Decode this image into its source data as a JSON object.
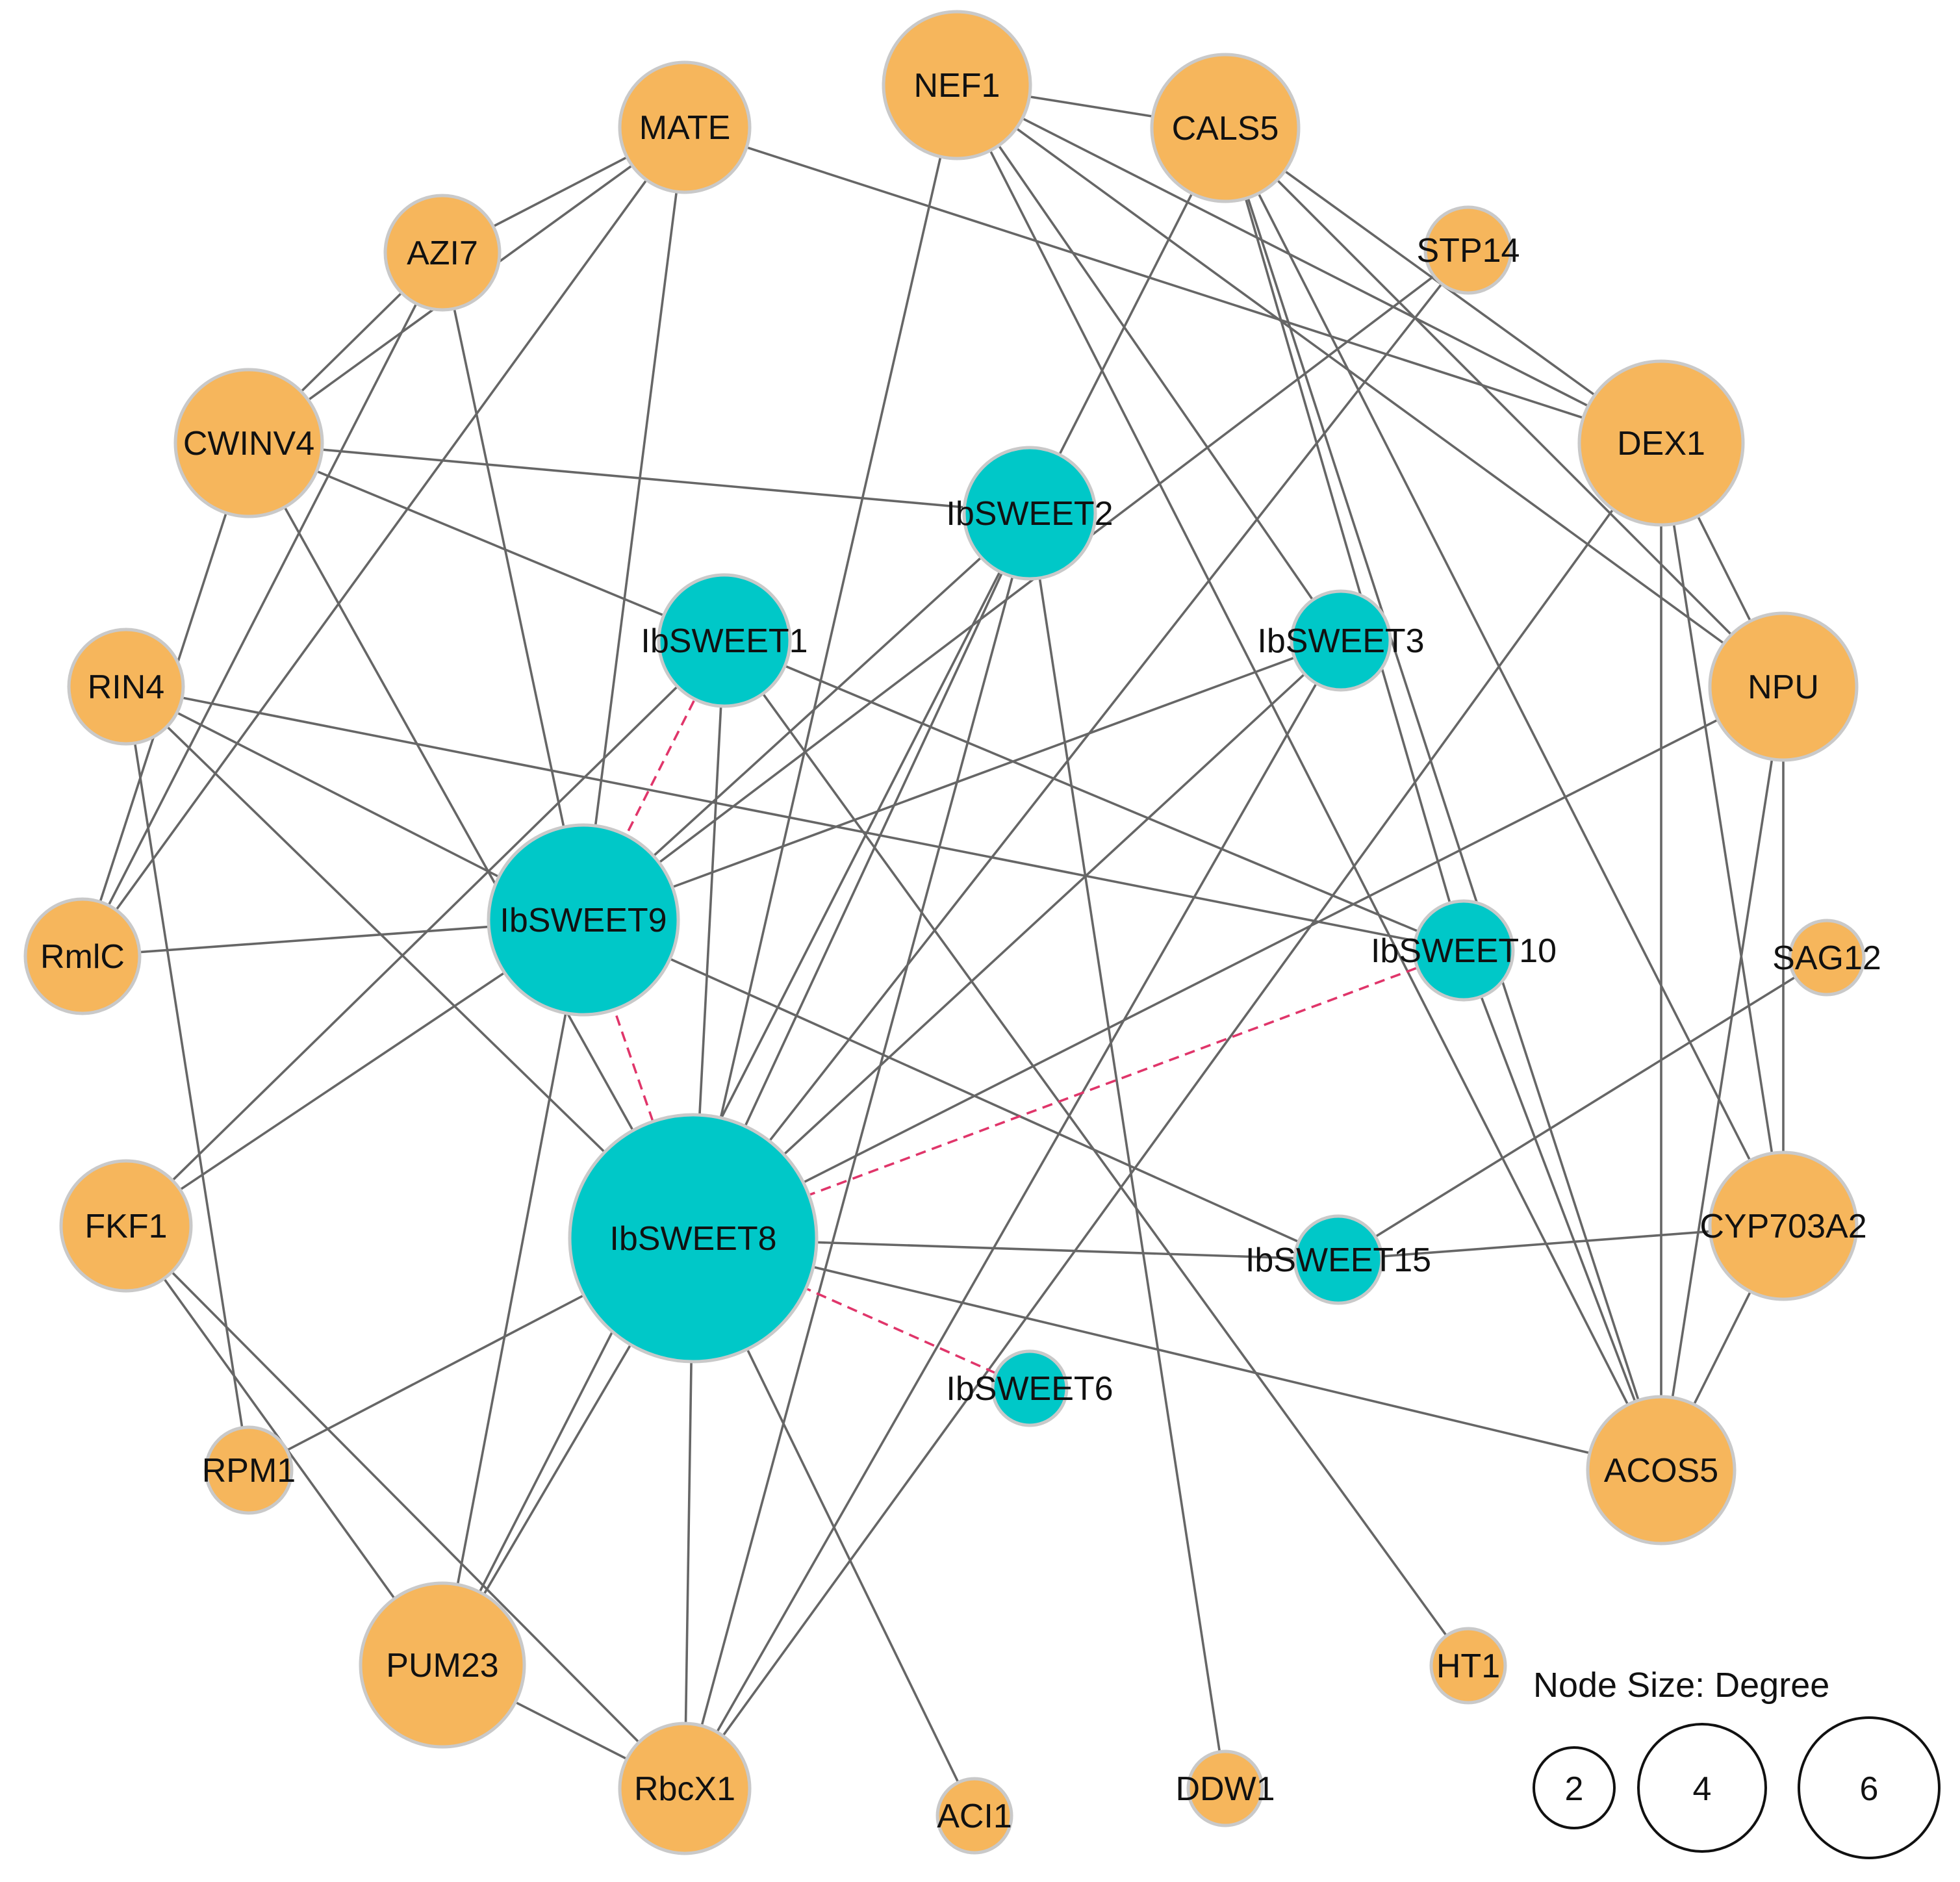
{
  "colors": {
    "hub": "#00c8c8",
    "gene": "#f6b65c",
    "edge": "#666666",
    "dashed_edge": "#e0356a"
  },
  "nodes": [
    {
      "id": "NEF1",
      "label": "NEF1",
      "group": "gene"
    },
    {
      "id": "CALS5",
      "label": "CALS5",
      "group": "gene"
    },
    {
      "id": "MATE",
      "label": "MATE",
      "group": "gene"
    },
    {
      "id": "AZI7",
      "label": "AZI7",
      "group": "gene"
    },
    {
      "id": "STP14",
      "label": "STP14",
      "group": "gene"
    },
    {
      "id": "CWINV4",
      "label": "CWINV4",
      "group": "gene"
    },
    {
      "id": "DEX1",
      "label": "DEX1",
      "group": "gene"
    },
    {
      "id": "IbSWEET2",
      "label": "IbSWEET2",
      "group": "hub"
    },
    {
      "id": "IbSWEET1",
      "label": "IbSWEET1",
      "group": "hub"
    },
    {
      "id": "IbSWEET3",
      "label": "IbSWEET3",
      "group": "hub"
    },
    {
      "id": "RIN4",
      "label": "RIN4",
      "group": "gene"
    },
    {
      "id": "NPU",
      "label": "NPU",
      "group": "gene"
    },
    {
      "id": "IbSWEET9",
      "label": "IbSWEET9",
      "group": "hub"
    },
    {
      "id": "RmlC",
      "label": "RmlC",
      "group": "gene"
    },
    {
      "id": "IbSWEET10",
      "label": "IbSWEET10",
      "group": "hub"
    },
    {
      "id": "SAG12",
      "label": "SAG12",
      "group": "gene"
    },
    {
      "id": "FKF1",
      "label": "FKF1",
      "group": "gene"
    },
    {
      "id": "IbSWEET8",
      "label": "IbSWEET8",
      "group": "hub"
    },
    {
      "id": "IbSWEET15",
      "label": "IbSWEET15",
      "group": "hub"
    },
    {
      "id": "CYP703A2",
      "label": "CYP703A2",
      "group": "gene"
    },
    {
      "id": "IbSWEET6",
      "label": "IbSWEET6",
      "group": "hub"
    },
    {
      "id": "RPM1",
      "label": "RPM1",
      "group": "gene"
    },
    {
      "id": "ACOS5",
      "label": "ACOS5",
      "group": "gene"
    },
    {
      "id": "PUM23",
      "label": "PUM23",
      "group": "gene"
    },
    {
      "id": "HT1",
      "label": "HT1",
      "group": "gene"
    },
    {
      "id": "RbcX1",
      "label": "RbcX1",
      "group": "gene"
    },
    {
      "id": "DDW1",
      "label": "DDW1",
      "group": "gene"
    },
    {
      "id": "ACI1",
      "label": "ACI1",
      "group": "gene"
    }
  ],
  "edges": [
    [
      "NEF1",
      "CALS5",
      "solid"
    ],
    [
      "NEF1",
      "IbSWEET8",
      "solid"
    ],
    [
      "NEF1",
      "DEX1",
      "solid"
    ],
    [
      "NEF1",
      "IbSWEET3",
      "solid"
    ],
    [
      "NEF1",
      "NPU",
      "solid"
    ],
    [
      "NEF1",
      "ACOS5",
      "solid"
    ],
    [
      "CALS5",
      "DEX1",
      "solid"
    ],
    [
      "CALS5",
      "NPU",
      "solid"
    ],
    [
      "CALS5",
      "IbSWEET10",
      "solid"
    ],
    [
      "CALS5",
      "ACOS5",
      "solid"
    ],
    [
      "CALS5",
      "CYP703A2",
      "solid"
    ],
    [
      "CALS5",
      "IbSWEET2",
      "solid"
    ],
    [
      "MATE",
      "AZI7",
      "solid"
    ],
    [
      "MATE",
      "CWINV4",
      "solid"
    ],
    [
      "MATE",
      "IbSWEET9",
      "solid"
    ],
    [
      "MATE",
      "RmlC",
      "solid"
    ],
    [
      "MATE",
      "DEX1",
      "solid"
    ],
    [
      "AZI7",
      "CWINV4",
      "solid"
    ],
    [
      "AZI7",
      "RmlC",
      "solid"
    ],
    [
      "AZI7",
      "IbSWEET9",
      "solid"
    ],
    [
      "STP14",
      "IbSWEET9",
      "solid"
    ],
    [
      "STP14",
      "IbSWEET8",
      "solid"
    ],
    [
      "CWINV4",
      "IbSWEET2",
      "solid"
    ],
    [
      "CWINV4",
      "IbSWEET1",
      "solid"
    ],
    [
      "CWINV4",
      "IbSWEET8",
      "solid"
    ],
    [
      "CWINV4",
      "RmlC",
      "solid"
    ],
    [
      "DEX1",
      "NPU",
      "solid"
    ],
    [
      "DEX1",
      "ACOS5",
      "solid"
    ],
    [
      "DEX1",
      "CYP703A2",
      "solid"
    ],
    [
      "DEX1",
      "RbcX1",
      "solid"
    ],
    [
      "IbSWEET2",
      "IbSWEET9",
      "solid"
    ],
    [
      "IbSWEET2",
      "IbSWEET8",
      "solid"
    ],
    [
      "IbSWEET2",
      "PUM23",
      "solid"
    ],
    [
      "IbSWEET2",
      "RbcX1",
      "solid"
    ],
    [
      "IbSWEET2",
      "DDW1",
      "solid"
    ],
    [
      "IbSWEET1",
      "IbSWEET9",
      "dashed"
    ],
    [
      "IbSWEET1",
      "IbSWEET8",
      "solid"
    ],
    [
      "IbSWEET1",
      "IbSWEET10",
      "solid"
    ],
    [
      "IbSWEET1",
      "FKF1",
      "solid"
    ],
    [
      "IbSWEET1",
      "HT1",
      "solid"
    ],
    [
      "IbSWEET3",
      "IbSWEET9",
      "solid"
    ],
    [
      "IbSWEET3",
      "IbSWEET8",
      "solid"
    ],
    [
      "IbSWEET3",
      "RbcX1",
      "solid"
    ],
    [
      "RIN4",
      "IbSWEET9",
      "solid"
    ],
    [
      "RIN4",
      "IbSWEET10",
      "solid"
    ],
    [
      "RIN4",
      "IbSWEET8",
      "solid"
    ],
    [
      "RIN4",
      "RPM1",
      "solid"
    ],
    [
      "NPU",
      "IbSWEET8",
      "solid"
    ],
    [
      "NPU",
      "ACOS5",
      "solid"
    ],
    [
      "NPU",
      "CYP703A2",
      "solid"
    ],
    [
      "IbSWEET9",
      "RmlC",
      "solid"
    ],
    [
      "IbSWEET9",
      "IbSWEET8",
      "dashed"
    ],
    [
      "IbSWEET9",
      "FKF1",
      "solid"
    ],
    [
      "IbSWEET9",
      "IbSWEET15",
      "solid"
    ],
    [
      "IbSWEET9",
      "PUM23",
      "solid"
    ],
    [
      "IbSWEET10",
      "IbSWEET8",
      "dashed"
    ],
    [
      "IbSWEET10",
      "ACOS5",
      "solid"
    ],
    [
      "SAG12",
      "IbSWEET15",
      "solid"
    ],
    [
      "FKF1",
      "PUM23",
      "solid"
    ],
    [
      "FKF1",
      "RbcX1",
      "solid"
    ],
    [
      "IbSWEET8",
      "IbSWEET15",
      "solid"
    ],
    [
      "IbSWEET15",
      "CYP703A2",
      "solid"
    ],
    [
      "IbSWEET8",
      "IbSWEET6",
      "dashed"
    ],
    [
      "IbSWEET8",
      "ACOS5",
      "solid"
    ],
    [
      "IbSWEET8",
      "RPM1",
      "solid"
    ],
    [
      "IbSWEET8",
      "PUM23",
      "solid"
    ],
    [
      "IbSWEET8",
      "RbcX1",
      "solid"
    ],
    [
      "IbSWEET8",
      "ACI1",
      "solid"
    ],
    [
      "CYP703A2",
      "ACOS5",
      "solid"
    ],
    [
      "PUM23",
      "RbcX1",
      "solid"
    ]
  ],
  "legend": {
    "title": "Node Size:  Degree",
    "sizes": [
      "2",
      "4",
      "6"
    ]
  }
}
